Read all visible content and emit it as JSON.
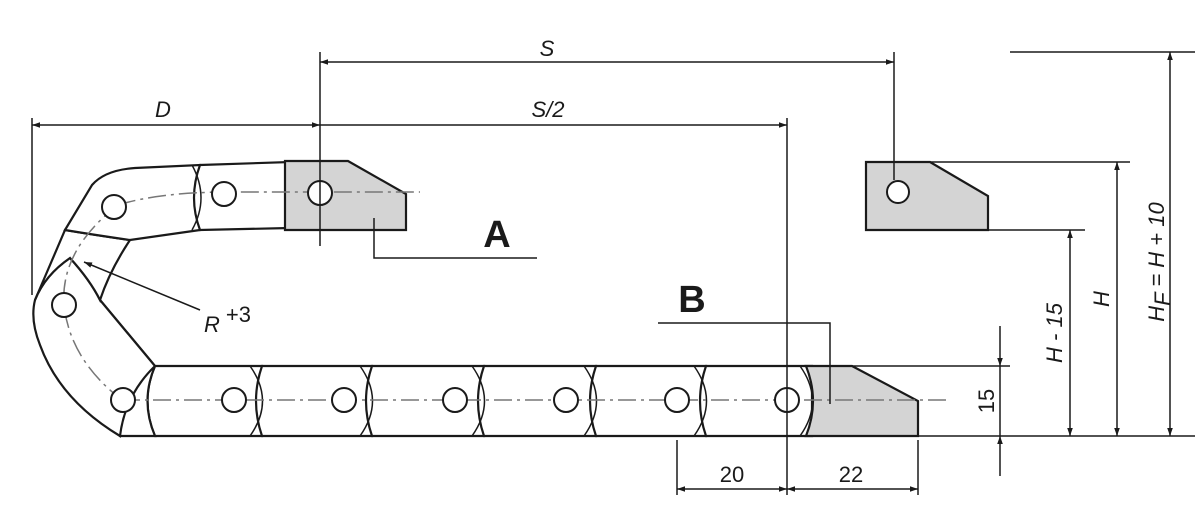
{
  "labels": {
    "S": "S",
    "S_half": "S/2",
    "D": "D",
    "R": "R",
    "R_sup": "+3",
    "A": "A",
    "B": "B",
    "H": "H",
    "H_minus_15": "H - 15",
    "HF_main": "H",
    "HF_sub": "F",
    "HF_rest": " = H + 10",
    "dim_15": "15",
    "dim_20": "20",
    "dim_22": "22"
  },
  "colors": {
    "line": "#1a1a1a",
    "bracket_fill": "#d4d4d4",
    "centerline": "#777777"
  }
}
